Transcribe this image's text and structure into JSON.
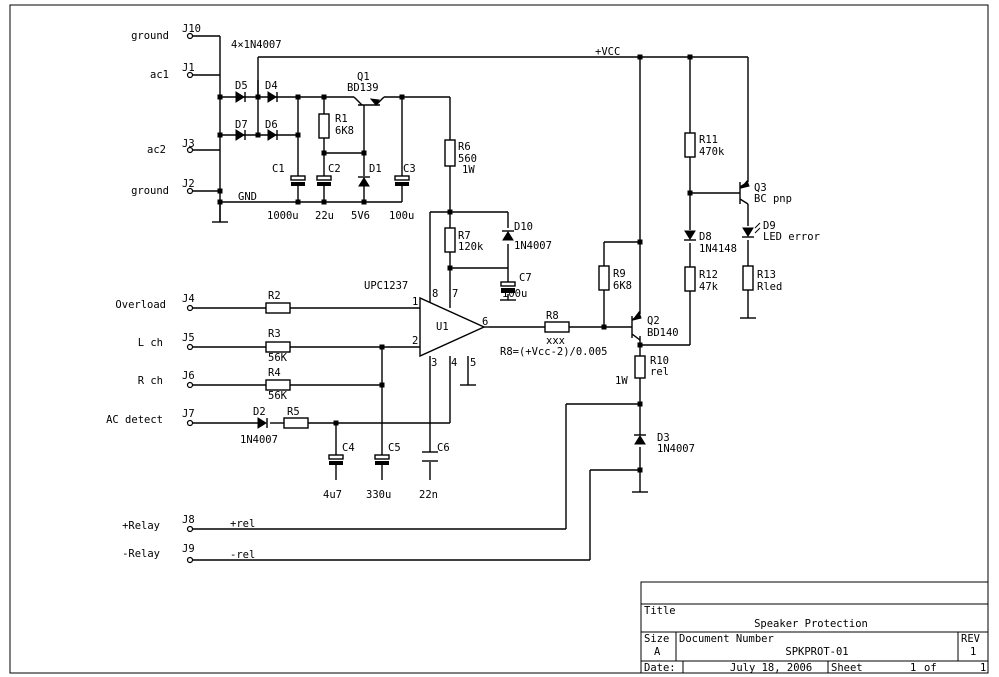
{
  "connectors": {
    "j10": {
      "ref": "J10",
      "net": "ground"
    },
    "j1": {
      "ref": "J1",
      "net": "ac1"
    },
    "j3": {
      "ref": "J3",
      "net": "ac2"
    },
    "j2": {
      "ref": "J2",
      "net": "ground"
    },
    "j4": {
      "ref": "J4",
      "net": "Overload"
    },
    "j5": {
      "ref": "J5",
      "net": "L ch"
    },
    "j6": {
      "ref": "J6",
      "net": "R ch"
    },
    "j7": {
      "ref": "J7",
      "net": "AC detect"
    },
    "j8": {
      "ref": "J8",
      "net": "+Relay",
      "wire": "+rel"
    },
    "j9": {
      "ref": "J9",
      "net": "-Relay",
      "wire": "-rel"
    }
  },
  "nets": {
    "vcc": "+VCC",
    "gnd": "GND"
  },
  "components": {
    "bridge_note": "4×1N4007",
    "d5": {
      "ref": "D5"
    },
    "d4": {
      "ref": "D4"
    },
    "d7": {
      "ref": "D7"
    },
    "d6": {
      "ref": "D6"
    },
    "q1": {
      "ref": "Q1",
      "value": "BD139"
    },
    "r1": {
      "ref": "R1",
      "value": "6K8"
    },
    "c1": {
      "ref": "C1",
      "value": "1000u"
    },
    "c2": {
      "ref": "C2",
      "value": "22u"
    },
    "d1": {
      "ref": "D1",
      "value": "5V6"
    },
    "c3": {
      "ref": "C3",
      "value": "100u"
    },
    "r6": {
      "ref": "R6",
      "value": "560",
      "power": "1W"
    },
    "r7": {
      "ref": "R7",
      "value": "120k"
    },
    "d10": {
      "ref": "D10",
      "value": "1N4007"
    },
    "c7": {
      "ref": "C7",
      "value": "100u"
    },
    "u1": {
      "ref": "U1",
      "value": "UPC1237",
      "pins": [
        "1",
        "2",
        "3",
        "4",
        "5",
        "6",
        "7",
        "8"
      ]
    },
    "r2": {
      "ref": "R2"
    },
    "r3": {
      "ref": "R3",
      "value": "56K"
    },
    "r4": {
      "ref": "R4",
      "value": "56K"
    },
    "d2": {
      "ref": "D2",
      "value": "1N4007"
    },
    "r5": {
      "ref": "R5"
    },
    "c4": {
      "ref": "C4",
      "value": "4u7"
    },
    "c5": {
      "ref": "C5",
      "value": "330u"
    },
    "c6": {
      "ref": "C6",
      "value": "22n"
    },
    "r8": {
      "ref": "R8",
      "value": "xxx",
      "formula": "R8=(+Vcc-2)/0.005"
    },
    "r9": {
      "ref": "R9",
      "value": "6K8"
    },
    "q2": {
      "ref": "Q2",
      "value": "BD140"
    },
    "r10": {
      "ref": "R10",
      "value": "rel",
      "power": "1W"
    },
    "d3": {
      "ref": "D3",
      "value": "1N4007"
    },
    "r11": {
      "ref": "R11",
      "value": "470k"
    },
    "d8": {
      "ref": "D8",
      "value": "1N4148"
    },
    "r12": {
      "ref": "R12",
      "value": "47k"
    },
    "q3": {
      "ref": "Q3",
      "value": "BC pnp"
    },
    "d9": {
      "ref": "D9",
      "value": "LED error"
    },
    "r13": {
      "ref": "R13",
      "value": "Rled"
    }
  },
  "title_block": {
    "title_label": "Title",
    "title": "Speaker Protection",
    "size_label": "Size",
    "size": "A",
    "docnum_label": "Document Number",
    "docnum": "SPKPROT-01",
    "rev_label": "REV",
    "rev": "1",
    "date_label": "Date:",
    "date": "July 18, 2006",
    "sheet_label": "Sheet",
    "sheet_num": "1",
    "sheet_of": "of",
    "sheet_total": "1"
  }
}
